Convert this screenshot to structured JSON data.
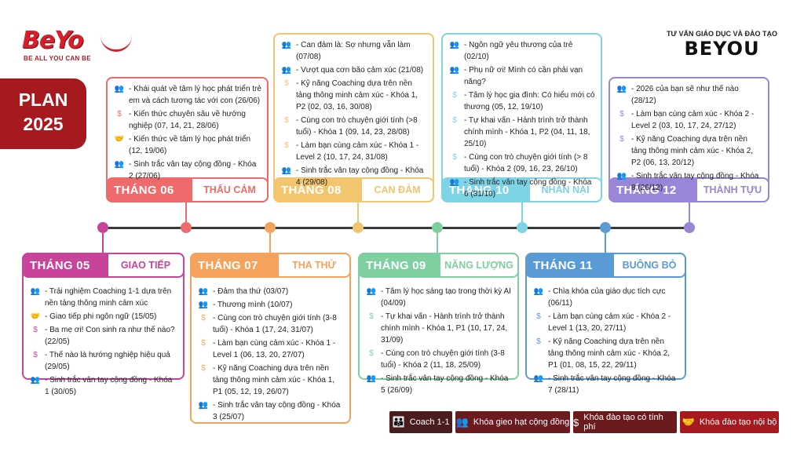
{
  "brand": {
    "logo": "BeYo",
    "tagline": "BE ALL YOU CAN BE",
    "sub": "TƯ VẤN GIÁO DỤC VÀ ĐÀO TẠO",
    "name": "BEYOU"
  },
  "plan": {
    "line1": "PLAN",
    "line2": "2025"
  },
  "icons": {
    "coach": "people-group-icon",
    "community": "community-icon",
    "paid": "paid-course-icon",
    "internal": "handshake-icon"
  },
  "months": [
    {
      "month": "THÁNG 05",
      "theme": "GIAO TIẾP",
      "color": "#c8439a",
      "items": [
        {
          "icon": "community",
          "text": "Trải nghiệm Coaching 1-1 dựa trên nền tảng thông minh cảm xúc"
        },
        {
          "icon": "internal",
          "text": "Giao tiếp phi ngôn ngữ (15/05)"
        },
        {
          "icon": "paid",
          "text": "Ba mẹ ơi! Con sinh ra như thế nào? (22/05)"
        },
        {
          "icon": "paid",
          "text": "Thế nào là hướng nghiệp hiệu quả (29/05)"
        },
        {
          "icon": "community",
          "text": "Sinh trắc vân tay cộng đồng - Khóa 1 (30/05)"
        }
      ]
    },
    {
      "month": "THÁNG 06",
      "theme": "THẤU CẢM",
      "color": "#ef6b6b",
      "items": [
        {
          "icon": "community",
          "text": "Khái quát về tâm lý học phát triển trẻ em và cách tương tác với con (26/06)"
        },
        {
          "icon": "paid",
          "text": "Kiến thức chuyên sâu về hướng nghiệp (07, 14, 21, 28/06)"
        },
        {
          "icon": "internal",
          "text": "Kiến thức về tâm lý học phát triển (12, 19/06)"
        },
        {
          "icon": "community",
          "text": "Sinh trắc vân tay cộng đồng - Khóa 2 (27/06)"
        }
      ]
    },
    {
      "month": "THÁNG 07",
      "theme": "THA THỨ",
      "color": "#f5a35c",
      "items": [
        {
          "icon": "community",
          "text": "Đảm tha thứ (03/07)"
        },
        {
          "icon": "community",
          "text": "Thương mình (10/07)"
        },
        {
          "icon": "paid",
          "text": "Cùng con trò chuyện giới tính (3-8 tuổi) - Khóa 1 (17, 24, 31/07)"
        },
        {
          "icon": "paid",
          "text": "Làm bạn cùng cảm xúc - Khóa 1 - Level 1 (06, 13, 20, 27/07)"
        },
        {
          "icon": "paid",
          "text": "Kỹ năng Coaching dựa trên nền tảng thông minh cảm xúc - Khóa 1, P1 (05, 12, 19, 26/07)"
        },
        {
          "icon": "community",
          "text": "Sinh trắc vân tay cộng đồng - Khóa 3 (25/07)"
        }
      ]
    },
    {
      "month": "THÁNG 08",
      "theme": "CAN ĐẢM",
      "color": "#f2c66e",
      "items": [
        {
          "icon": "community",
          "text": "Can đảm là: Sợ nhưng vẫn làm (07/08)"
        },
        {
          "icon": "community",
          "text": "Vượt qua cơn bão cảm xúc (21/08)"
        },
        {
          "icon": "paid",
          "text": "Kỹ năng Coaching dựa trên nền tảng thông minh cảm xúc - Khóa 1, P2 (02, 03, 16, 30/08)"
        },
        {
          "icon": "paid",
          "text": "Cùng con trò chuyện giới tính (>8 tuổi) - Khóa 1 (09, 14, 23, 28/08)"
        },
        {
          "icon": "paid",
          "text": "Làm bạn cùng cảm xúc - Khóa 1 - Level 2 (10, 17, 24, 31/08)"
        },
        {
          "icon": "community",
          "text": "Sinh trắc vân tay cộng đồng - Khóa 4 (29/08)"
        }
      ]
    },
    {
      "month": "THÁNG 09",
      "theme": "NĂNG LƯỢNG",
      "color": "#7fd0a0",
      "items": [
        {
          "icon": "community",
          "text": "Tâm lý học sáng tạo trong thời kỳ AI (04/09)"
        },
        {
          "icon": "paid",
          "text": "Tự khai vấn - Hành trình trở thành chính mình - Khóa 1, P1 (10, 17, 24, 31/09)"
        },
        {
          "icon": "paid",
          "text": "Cùng con trò chuyện giới tính (3-8 tuổi) - Khóa 2 (11, 18, 25/09)"
        },
        {
          "icon": "community",
          "text": "Sinh trắc vân tay cộng đồng - Khóa 5 (26/09)"
        }
      ]
    },
    {
      "month": "THÁNG 10",
      "theme": "NHẪN NẠI",
      "color": "#7fd3e6",
      "items": [
        {
          "icon": "community",
          "text": "Ngôn ngữ yêu thương của trẻ (02/10)"
        },
        {
          "icon": "community",
          "text": "Phụ nữ ơi! Mình có cần phải vạn năng?"
        },
        {
          "icon": "paid",
          "text": "Tâm lý học gia đình: Có hiểu mới có thương (05, 12, 19/10)"
        },
        {
          "icon": "paid",
          "text": "Tự khai vấn - Hành trình trở thành chính mình - Khóa 1, P2 (04, 11, 18, 25/10)"
        },
        {
          "icon": "paid",
          "text": "Cùng con trò chuyện giới tính (> 8 tuổi) - Khóa 2 (09, 16, 23, 26/10)"
        },
        {
          "icon": "community",
          "text": "Sinh trắc vân tay cộng đồng - Khóa 6 (31/10)"
        }
      ]
    },
    {
      "month": "THÁNG 11",
      "theme": "BUÔNG BỎ",
      "color": "#5b9bd5",
      "items": [
        {
          "icon": "community",
          "text": "Chìa khóa của giáo dục tích cực (06/11)"
        },
        {
          "icon": "paid",
          "text": "Làm bạn cùng cảm xúc - Khóa 2 - Level 1 (13, 20, 27/11)"
        },
        {
          "icon": "paid",
          "text": "Kỹ năng Coaching dựa trên nền tảng thông minh cảm xúc - Khóa 2, P1 (01, 08, 15, 22, 29/11)"
        },
        {
          "icon": "community",
          "text": "Sinh trắc vân tay cộng đồng - Khóa 7 (28/11)"
        }
      ]
    },
    {
      "month": "THÁNG 12",
      "theme": "THÀNH TỰU",
      "color": "#9a86d8",
      "items": [
        {
          "icon": "community",
          "text": "2026 của bạn sẽ như thế nào (28/12)"
        },
        {
          "icon": "paid",
          "text": "Làm bạn cùng cảm xúc - Khóa 2 - Level 2 (03, 10, 17, 24, 27/12)"
        },
        {
          "icon": "paid",
          "text": "Kỹ năng Coaching dựa trên nền tảng thông minh cảm xúc - Khóa 2, P2 (06, 13, 20/12)"
        },
        {
          "icon": "community",
          "text": "Sinh trắc vân tay cộng đồng - Khóa 8 (26/12)"
        }
      ]
    }
  ],
  "legend": [
    {
      "icon": "coach",
      "label": "Coach 1-1"
    },
    {
      "icon": "community",
      "label": "Khóa gieo hạt cộng đồng"
    },
    {
      "icon": "paid",
      "label": "Khóa đào tạo có tính phí"
    },
    {
      "icon": "internal",
      "label": "Khóa đào tạo nội bộ"
    }
  ]
}
